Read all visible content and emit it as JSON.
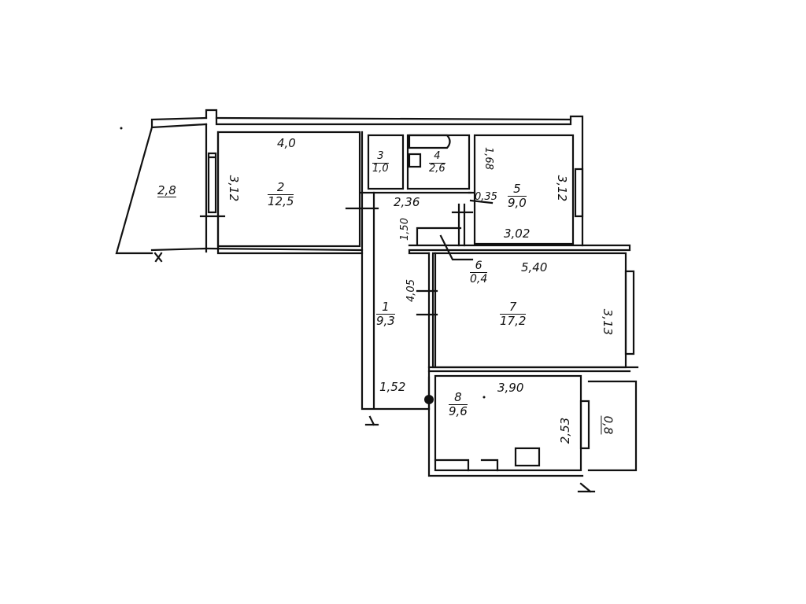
{
  "plan": {
    "rooms": [
      {
        "id": "1",
        "number": "1",
        "area": "9,3"
      },
      {
        "id": "2",
        "number": "2",
        "area": "12,5"
      },
      {
        "id": "3",
        "number": "3",
        "area": "1,0"
      },
      {
        "id": "4",
        "number": "4",
        "area": "2,6"
      },
      {
        "id": "5",
        "number": "5",
        "area": "9,0"
      },
      {
        "id": "6",
        "number": "6",
        "area": "0,4"
      },
      {
        "id": "7",
        "number": "7",
        "area": "17,2"
      },
      {
        "id": "8",
        "number": "8",
        "area": "9,6"
      },
      {
        "id": "balcony-left",
        "number": "",
        "area": "2,8"
      },
      {
        "id": "balcony-right",
        "number": "",
        "area": "0,8"
      }
    ],
    "dimensions": {
      "room2_width": "4,0",
      "room2_depth": "3,12",
      "corridor_width": "2,36",
      "room5_small": "1,68",
      "room5_offset": "0,35",
      "room5_depth": "3,12",
      "room5_width": "3,02",
      "corridor_vert_top": "1,50",
      "room7_width": "5,40",
      "room7_depth": "3,13",
      "corridor_vert_mid": "4,05",
      "corridor_bottom": "1,52",
      "room8_width": "3,90",
      "room8_depth": "2,53"
    },
    "colors": {
      "line": "#111111",
      "background": "#ffffff"
    }
  }
}
